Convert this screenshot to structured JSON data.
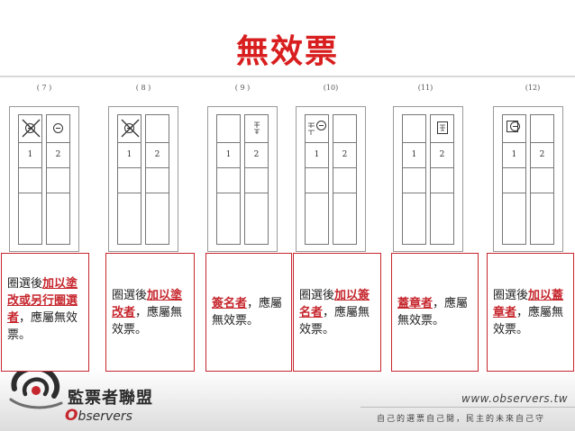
{
  "title": "無效票",
  "ballots": [
    {
      "no": "( 7 )",
      "cand1": "1",
      "cand2": "2",
      "mark_left": "circle-crossed",
      "mark_right": "circle",
      "right_text": ""
    },
    {
      "no": "( 8 )",
      "cand1": "1",
      "cand2": "2",
      "mark_left": "circle-crossed",
      "mark_right": "none",
      "right_text": ""
    },
    {
      "no": "( 9 )",
      "cand1": "1",
      "cand2": "2",
      "mark_left": "none",
      "mark_right": "signature",
      "right_text": "王\n伴"
    },
    {
      "no": "(10)",
      "cand1": "1",
      "cand2": "2",
      "mark_left": "circle-signature",
      "mark_right": "none",
      "left_text": "黃\n尚"
    },
    {
      "no": "(11)",
      "cand1": "1",
      "cand2": "2",
      "mark_left": "none",
      "mark_right": "stamp",
      "right_text": "張\n印"
    },
    {
      "no": "(12)",
      "cand1": "1",
      "cand2": "2",
      "mark_left": "circle-stamp",
      "mark_right": "none",
      "left_text": ""
    }
  ],
  "notes": [
    {
      "pre": "圈選後",
      "em": "加以塗改或另行圈選者",
      "post": "，應屬無效票。"
    },
    {
      "pre": "圈選後",
      "em": "加以塗改者",
      "post": "，應屬無效票。"
    },
    {
      "pre": "",
      "em": "簽名者",
      "post": "，應屬無效票。"
    },
    {
      "pre": "圈選後",
      "em": "加以簽名者",
      "post": "，應屬無效票。"
    },
    {
      "pre": "",
      "em": "蓋章者",
      "post": "，應屬無效票。"
    },
    {
      "pre": "圈選後",
      "em": "加以蓋章者",
      "post": "，應屬無效票。"
    }
  ],
  "footer": {
    "logo_cn": "監票者聯盟",
    "logo_en_first": "O",
    "logo_en_rest": "bservers",
    "url": "www.observers.tw",
    "slogan": "自己的選票自己閱，民主的未來自己守"
  },
  "colors": {
    "accent": "#d81e1e",
    "note_border": "#c6262d"
  }
}
